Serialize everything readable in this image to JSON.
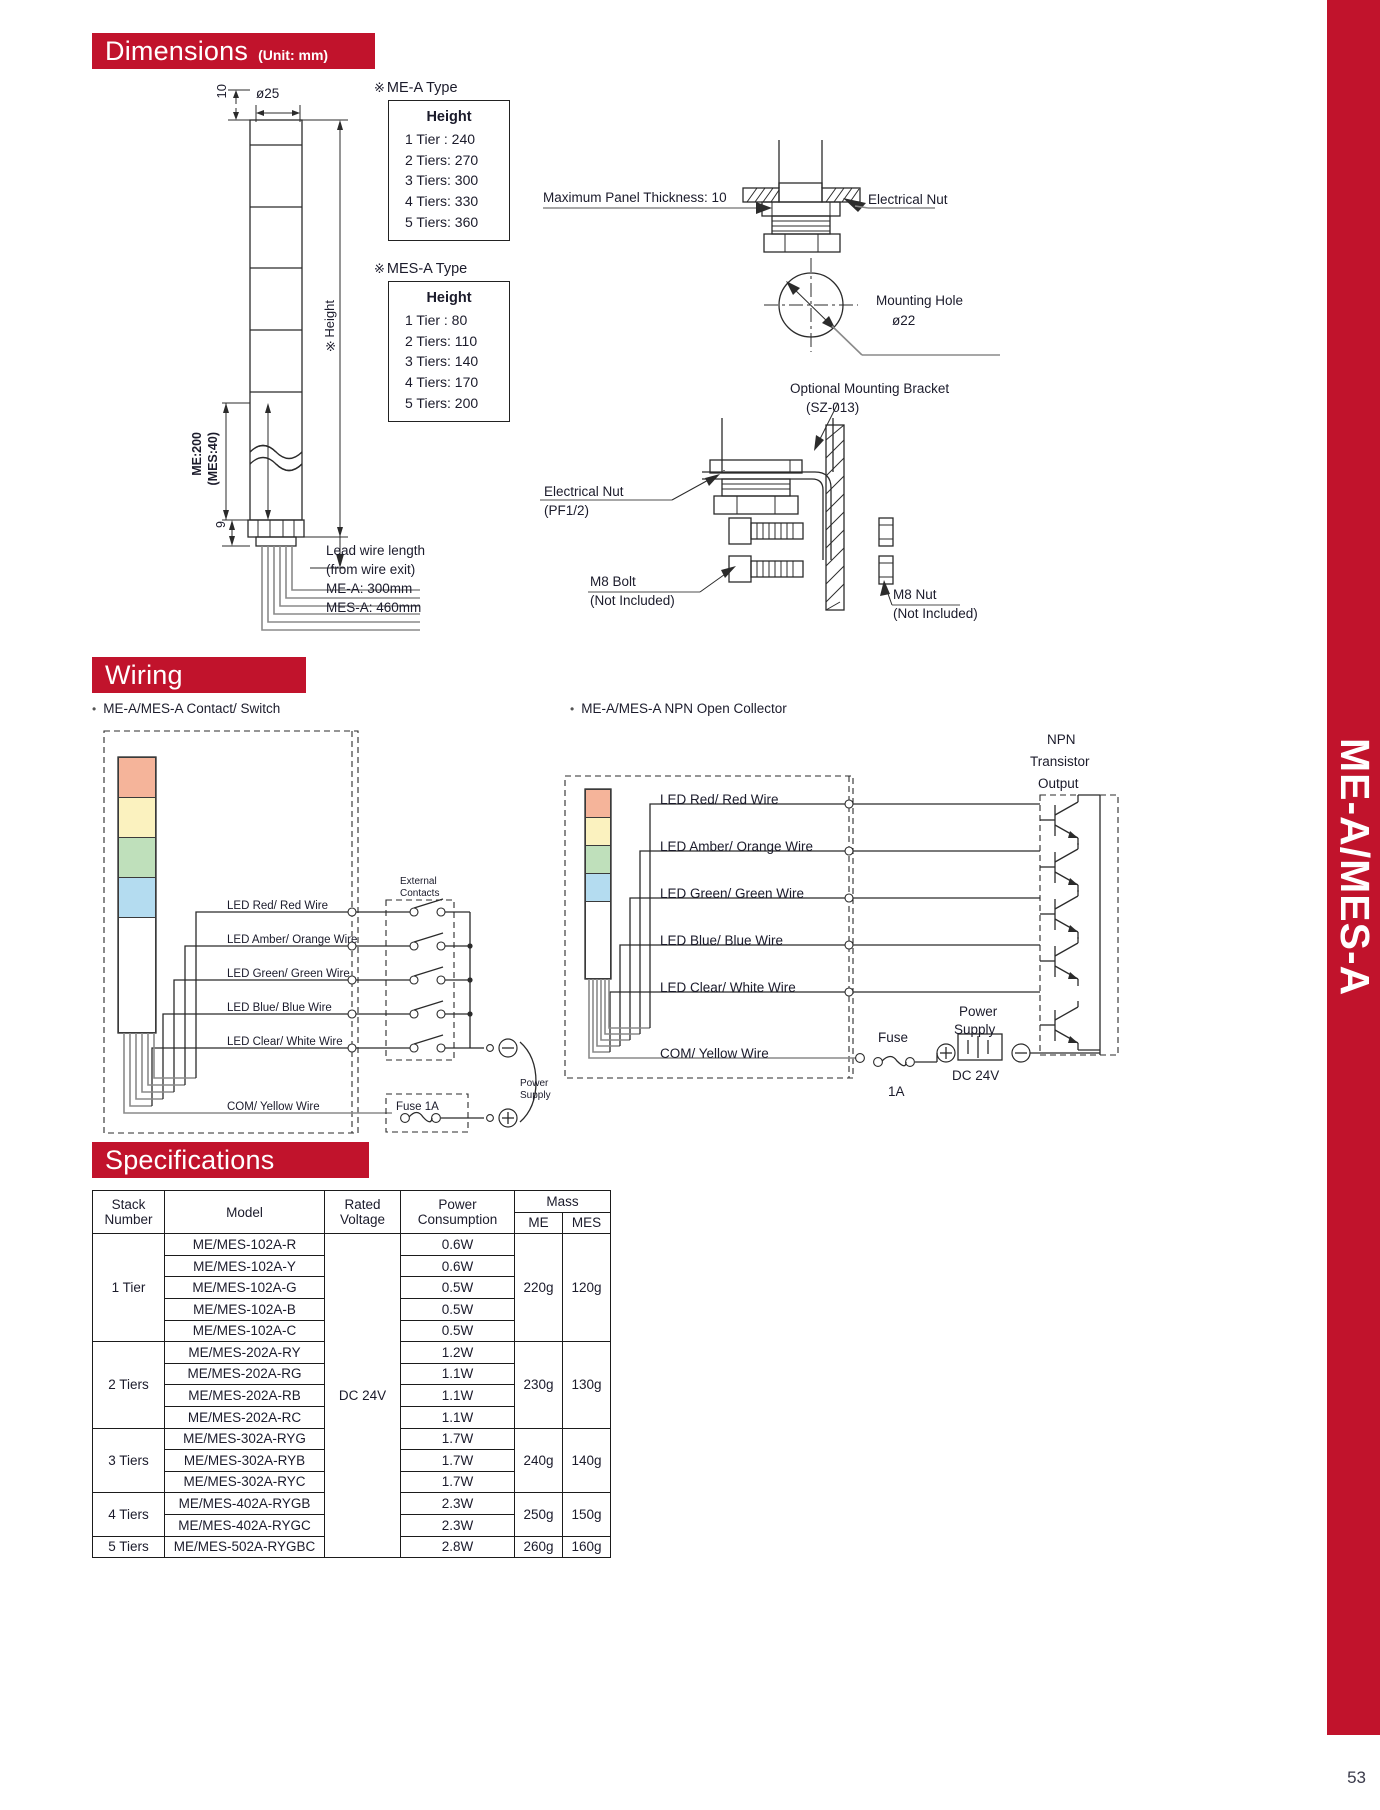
{
  "side_tab": {
    "label": "ME-A/MES-A"
  },
  "page_number": "53",
  "sections": {
    "dimensions": {
      "title": "Dimensions",
      "unit": "(Unit: mm)"
    },
    "wiring": {
      "title": "Wiring"
    },
    "specifications": {
      "title": "Specifications"
    }
  },
  "dimensions": {
    "dim_top": "10",
    "dim_diameter": "ø25",
    "dim_height_label": "※Height",
    "dim_body": "ME:200\n(MES:40)",
    "dim_body_line1": "ME:200",
    "dim_body_line2": "(MES:40)",
    "dim_base": "9",
    "lead_wire": {
      "line1": "Lead wire length",
      "line2": "(from wire exit)",
      "line3": "ME-A: 300mm",
      "line4": "MES-A: 460mm"
    },
    "me_a_type": {
      "title": "ME-A Type",
      "header": "Height",
      "rows": [
        "1 Tier : 240",
        "2 Tiers: 270",
        "3 Tiers: 300",
        "4 Tiers: 330",
        "5 Tiers: 360"
      ]
    },
    "mes_a_type": {
      "title": "MES-A Type",
      "header": "Height",
      "rows": [
        "1 Tier : 80",
        "2 Tiers: 110",
        "3 Tiers: 140",
        "4 Tiers: 170",
        "5 Tiers: 200"
      ]
    },
    "panel": {
      "max_thickness": "Maximum Panel Thickness: 10",
      "electrical_nut": "Electrical Nut"
    },
    "mounting_hole": {
      "label": "Mounting Hole",
      "size": "ø22"
    },
    "bracket": {
      "optional_line1": "Optional Mounting Bracket",
      "optional_line2": "(SZ-013)",
      "electrical_nut_line1": "Electrical Nut",
      "electrical_nut_line2": "(PF1/2)",
      "m8_bolt_line1": "M8 Bolt",
      "m8_bolt_line2": "(Not Included)",
      "m8_nut_line1": "M8 Nut",
      "m8_nut_line2": "(Not Included)"
    }
  },
  "wiring": {
    "left_title": "ME-A/MES-A Contact/ Switch",
    "right_title": "ME-A/MES-A NPN Open Collector",
    "wires": [
      "LED Red/ Red Wire",
      "LED Amber/ Orange Wire",
      "LED Green/ Green Wire",
      "LED Blue/ Blue Wire",
      "LED Clear/ White Wire",
      "COM/ Yellow Wire"
    ],
    "left": {
      "external_contacts_line1": "External",
      "external_contacts_line2": "Contacts",
      "fuse": "Fuse 1A",
      "power_supply_line1": "Power",
      "power_supply_line2": "Supply",
      "minus": "−",
      "plus": "+"
    },
    "right": {
      "npn_line1": "NPN",
      "npn_line2": "Transistor",
      "npn_line3": "Output",
      "fuse_label": "Fuse",
      "fuse_value": "1A",
      "power_supply_line1": "Power",
      "power_supply_line2": "Supply",
      "dc_label": "DC 24V"
    },
    "tower_colors": [
      "#f5b49a",
      "#fbf2bf",
      "#bfe0bb",
      "#b4dcf0",
      "#ffffff"
    ]
  },
  "spec_table": {
    "headers": {
      "stack_number": "Stack\nNumber",
      "stack_number_l1": "Stack",
      "stack_number_l2": "Number",
      "model": "Model",
      "rated_voltage_l1": "Rated",
      "rated_voltage_l2": "Voltage",
      "power_l1": "Power",
      "power_l2": "Consumption",
      "mass": "Mass",
      "mass_me": "ME",
      "mass_mes": "MES"
    },
    "rated_voltage": "DC 24V",
    "groups": [
      {
        "stack": "1 Tier",
        "mass_me": "220g",
        "mass_mes": "120g",
        "rows": [
          {
            "model": "ME/MES-102A-R",
            "power": "0.6W"
          },
          {
            "model": "ME/MES-102A-Y",
            "power": "0.6W"
          },
          {
            "model": "ME/MES-102A-G",
            "power": "0.5W"
          },
          {
            "model": "ME/MES-102A-B",
            "power": "0.5W"
          },
          {
            "model": "ME/MES-102A-C",
            "power": "0.5W"
          }
        ]
      },
      {
        "stack": "2 Tiers",
        "mass_me": "230g",
        "mass_mes": "130g",
        "rows": [
          {
            "model": "ME/MES-202A-RY",
            "power": "1.2W"
          },
          {
            "model": "ME/MES-202A-RG",
            "power": "1.1W"
          },
          {
            "model": "ME/MES-202A-RB",
            "power": "1.1W"
          },
          {
            "model": "ME/MES-202A-RC",
            "power": "1.1W"
          }
        ]
      },
      {
        "stack": "3 Tiers",
        "mass_me": "240g",
        "mass_mes": "140g",
        "rows": [
          {
            "model": "ME/MES-302A-RYG",
            "power": "1.7W"
          },
          {
            "model": "ME/MES-302A-RYB",
            "power": "1.7W"
          },
          {
            "model": "ME/MES-302A-RYC",
            "power": "1.7W"
          }
        ]
      },
      {
        "stack": "4 Tiers",
        "mass_me": "250g",
        "mass_mes": "150g",
        "rows": [
          {
            "model": "ME/MES-402A-RYGB",
            "power": "2.3W"
          },
          {
            "model": "ME/MES-402A-RYGC",
            "power": "2.3W"
          }
        ]
      },
      {
        "stack": "5 Tiers",
        "mass_me": "260g",
        "mass_mes": "160g",
        "rows": [
          {
            "model": "ME/MES-502A-RYGBC",
            "power": "2.8W"
          }
        ]
      }
    ]
  },
  "colors": {
    "brand_red": "#c1132c",
    "text": "#1b1b2b"
  }
}
